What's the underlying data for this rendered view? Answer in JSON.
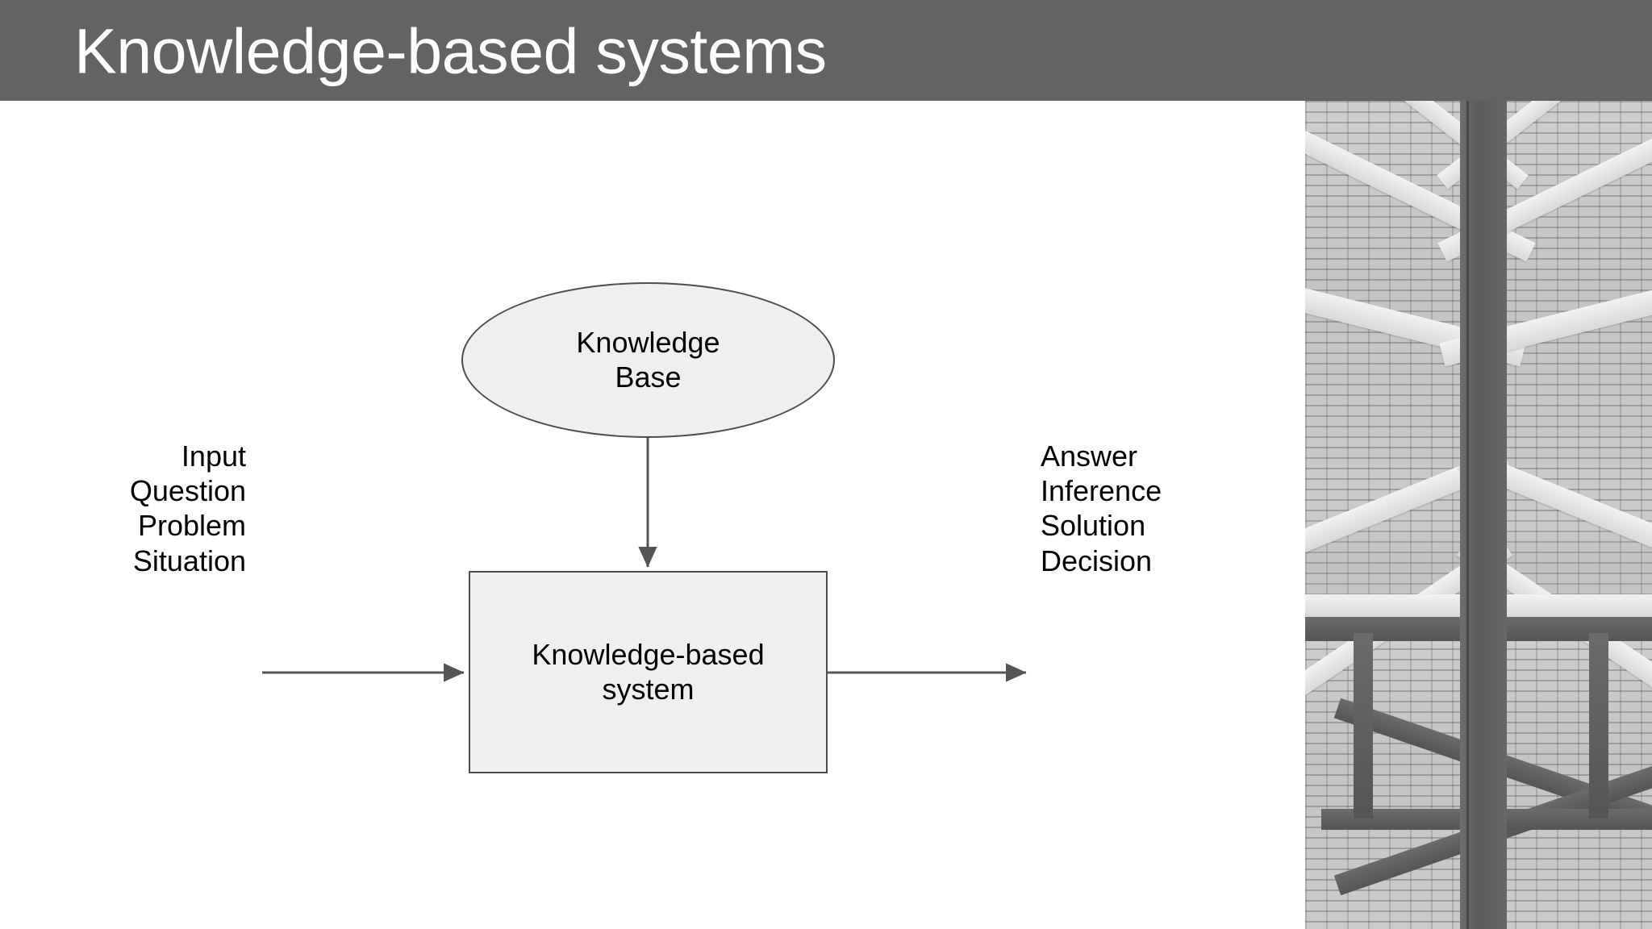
{
  "slide": {
    "title": "Knowledge-based systems",
    "banner_color": "#636363",
    "title_color": "#ffffff",
    "background_color": "#ffffff"
  },
  "diagram": {
    "node_fill": "#efefef",
    "node_stroke": "#4d4d4d",
    "connector_color": "#555555",
    "knowledge_base": {
      "shape": "ellipse",
      "line1": "Knowledge",
      "line2": "Base"
    },
    "knowledge_based_system": {
      "shape": "rectangle",
      "line1": "Knowledge-based",
      "line2": "system"
    },
    "input_label": {
      "lines": [
        "Input",
        "Question",
        "Problem",
        "Situation"
      ],
      "text": "Input\nQuestion\nProblem\nSituation"
    },
    "output_label": {
      "lines": [
        "Answer",
        "Inference",
        "Solution",
        "Decision"
      ],
      "text": "Answer\nInference\nSolution\nDecision"
    },
    "arrows": [
      {
        "name": "kb-to-system",
        "from": "Knowledge Base",
        "to": "Knowledge-based system",
        "direction": "down"
      },
      {
        "name": "input-to-system",
        "from": "Input",
        "to": "Knowledge-based system",
        "direction": "right"
      },
      {
        "name": "system-to-output",
        "from": "Knowledge-based system",
        "to": "Answer",
        "direction": "right"
      }
    ]
  },
  "photo": {
    "caption": "",
    "description": "timber-roof-truss-photo"
  }
}
